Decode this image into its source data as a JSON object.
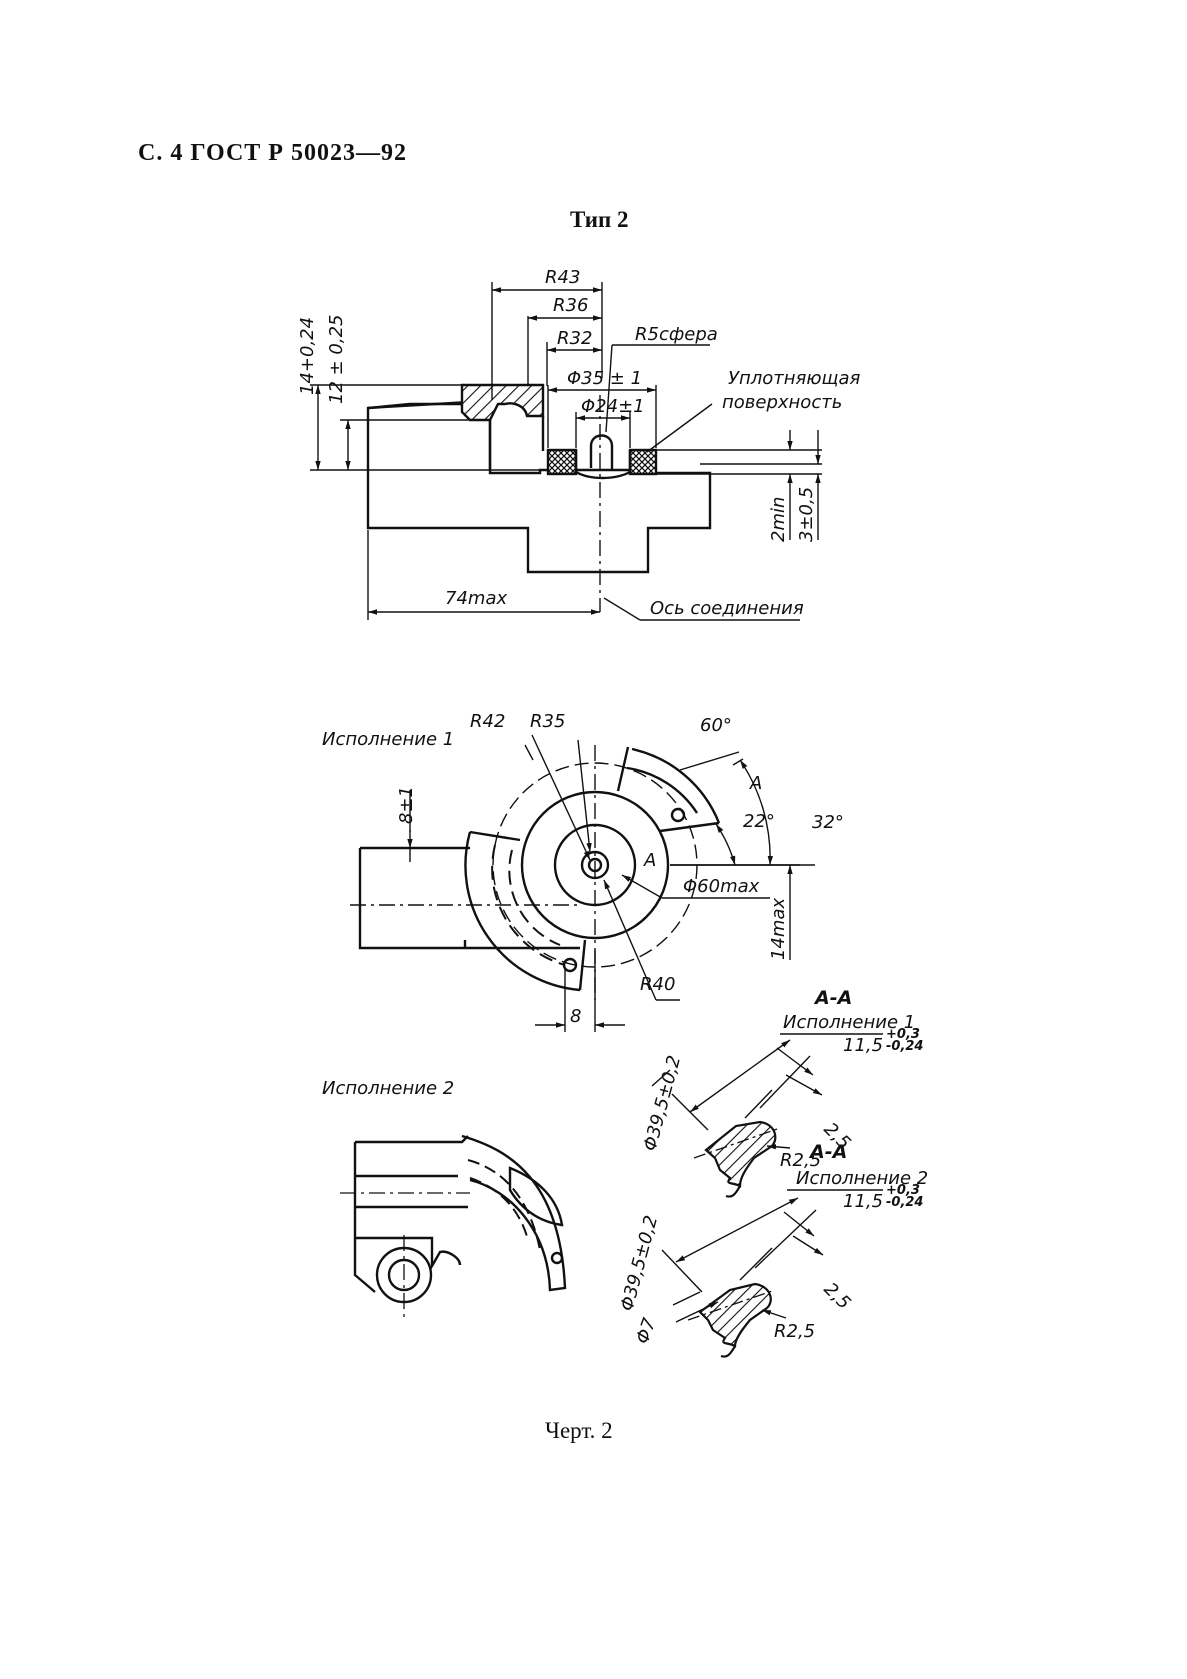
{
  "header": {
    "text": "С. 4 ГОСТ Р 50023—92"
  },
  "figure": {
    "type_title": "Тип 2",
    "caption": "Черт. 2"
  },
  "top_view": {
    "r43": "R43",
    "r36": "R36",
    "r32": "R32",
    "r5": "R5сфера",
    "d35": "Φ35 ± 1",
    "d24": "Φ24±1",
    "seal_1": "Уплотняющая",
    "seal_2": "поверхность",
    "v14": "14+0,24",
    "v12": "12 ± 0,25",
    "v2min": "2min",
    "v3": "3±0,5",
    "h74": "74max",
    "axis": "Ось соединения"
  },
  "plan_view": {
    "title": "Исполнение 1",
    "r42": "R42",
    "r35": "R35",
    "a60": "60°",
    "cut_a": "A",
    "a22": "22°",
    "a32": "32°",
    "centre_a": "A",
    "d60": "Φ60max",
    "v8": "8±1",
    "v14max": "14max",
    "r40": "R40",
    "h8": "8"
  },
  "section_1": {
    "title_aa": "A-A",
    "title": "Исполнение 1",
    "dim_base": "11,5",
    "tol_up": "+0,3",
    "tol_dn": "-0,24",
    "d395": "Φ39,5±0,2",
    "s25": "2,5",
    "r25": "R2,5"
  },
  "exec2": {
    "title": "Исполнение 2"
  },
  "section_2": {
    "title_aa": "A-A",
    "title": "Исполнение 2",
    "dim_base": "11,5",
    "tol_up": "+0,3",
    "tol_dn": "-0,24",
    "d395": "Φ39,5±0,2",
    "d7": "Φ7",
    "s25": "2,5",
    "r25": "R2,5"
  }
}
